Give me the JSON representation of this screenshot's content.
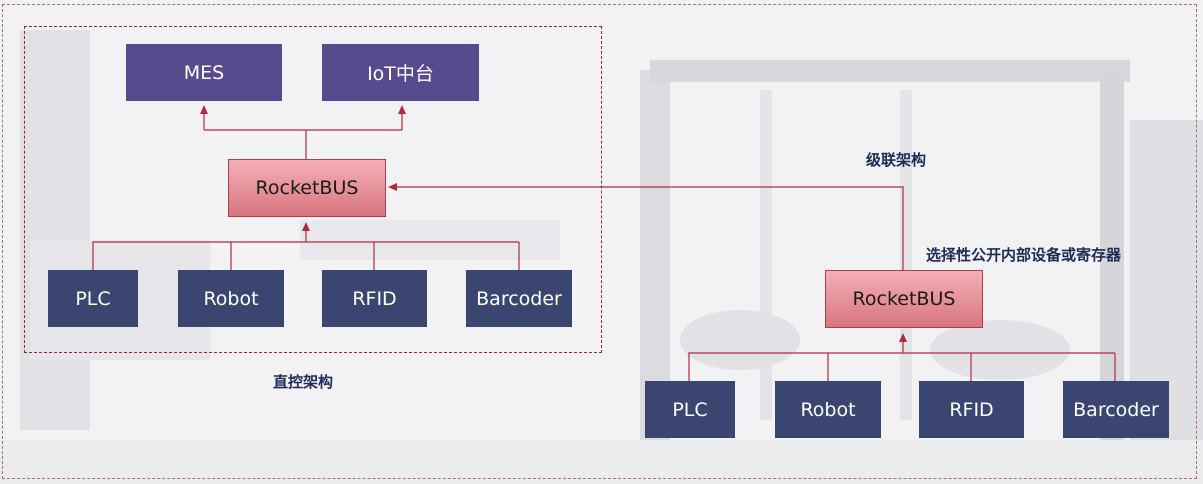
{
  "left": {
    "top_nodes": [
      "MES",
      "IoT中台"
    ],
    "bus": "RocketBUS",
    "devices": [
      "PLC",
      "Robot",
      "RFID",
      "Barcoder"
    ],
    "caption": "直控架构"
  },
  "right": {
    "bus": "RocketBUS",
    "devices": [
      "PLC",
      "Robot",
      "RFID",
      "Barcoder"
    ],
    "cascade_label": "级联架构",
    "expose_label": "选择性公开内部设备或寄存器"
  },
  "colors": {
    "top_node": "#574b8e",
    "device_node": "#3b4670",
    "bus_top": "#f4b0b6",
    "bus_bottom": "#d8757f",
    "line": "#b02a3c",
    "label": "#1f2a55"
  }
}
